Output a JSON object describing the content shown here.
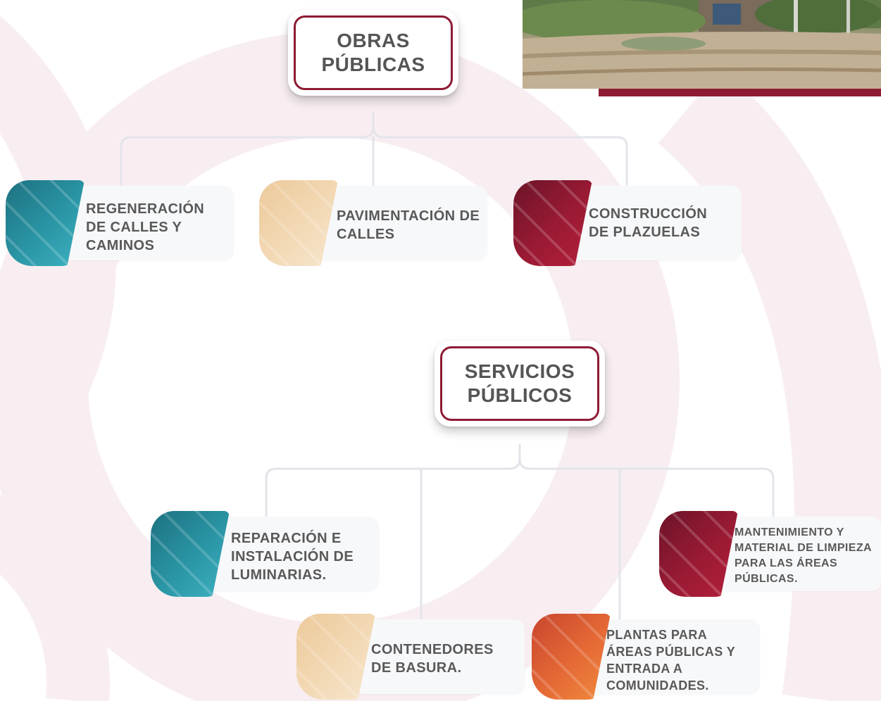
{
  "colors": {
    "maroon": "#8e1b34",
    "teal": "#2a96a6",
    "sand": "#f2d8b3",
    "wine": "#9b1a34",
    "orange": "#e56a36",
    "text": "#595959",
    "connector": "#e3e4ea"
  },
  "sections": {
    "obras": {
      "title_line1": "OBRAS",
      "title_line2": "PÚBLICAS",
      "items": [
        {
          "label": "REGENERACIÓN DE CALLES Y CAMINOS",
          "color": "teal"
        },
        {
          "label": "PAVIMENTACIÓN DE CALLES",
          "color": "sand"
        },
        {
          "label": "CONSTRUCCIÓN DE PLAZUELAS",
          "color": "wine"
        }
      ]
    },
    "servicios": {
      "title_line1": "SERVICIOS",
      "title_line2": "PÚBLICOS",
      "items": [
        {
          "label": "REPARACIÓN E INSTALACIÓN DE LUMINARIAS.",
          "color": "teal"
        },
        {
          "label": "CONTENEDORES DE BASURA.",
          "color": "sand"
        },
        {
          "label": "PLANTAS PARA ÁREAS PÚBLICAS Y ENTRADA A COMUNIDADES.",
          "color": "orange"
        },
        {
          "label": "MANTENIMIENTO Y MATERIAL DE LIMPIEZA PARA LAS ÁREAS PÚBLICAS.",
          "color": "wine"
        }
      ]
    }
  },
  "photo": {
    "subject": "dirt-road-photo"
  }
}
